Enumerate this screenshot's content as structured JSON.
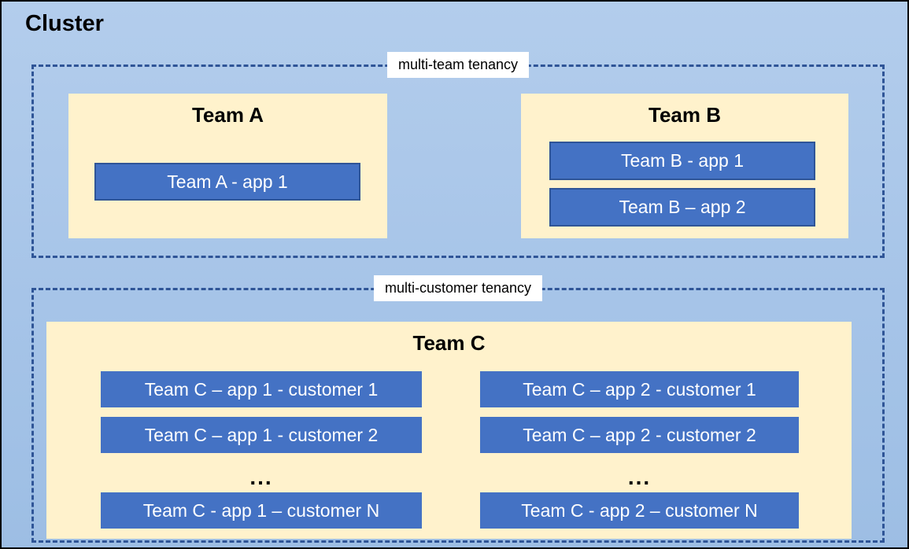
{
  "cluster": {
    "title": "Cluster"
  },
  "sections": [
    {
      "label": "multi-team tenancy",
      "teams": [
        {
          "name": "Team A",
          "apps": [
            "Team A - app 1"
          ]
        },
        {
          "name": "Team B",
          "apps": [
            "Team B - app 1",
            "Team B – app 2"
          ]
        }
      ]
    },
    {
      "label": "multi-customer tenancy",
      "teams": [
        {
          "name": "Team C",
          "columns": [
            {
              "rows": [
                "Team C – app 1 - customer 1",
                "Team C – app 1 - customer 2"
              ],
              "ellipsis": "...",
              "last_row": "Team C - app 1 – customer N"
            },
            {
              "rows": [
                "Team C – app 2 - customer 1",
                "Team C – app 2 - customer 2"
              ],
              "ellipsis": "...",
              "last_row": "Team C - app 2 – customer N"
            }
          ]
        }
      ]
    }
  ],
  "colors": {
    "cluster_background_top": "#B3CDEC",
    "cluster_background_bottom": "#9DBEE4",
    "cluster_border": "#000000",
    "dashed_border": "#2F5597",
    "team_fill": "#FFF2CC",
    "app_fill": "#4472C4",
    "app_border": "#2F5597",
    "app_text": "#FFFFFF",
    "label_background": "#FFFFFF",
    "title_text": "#000000"
  }
}
